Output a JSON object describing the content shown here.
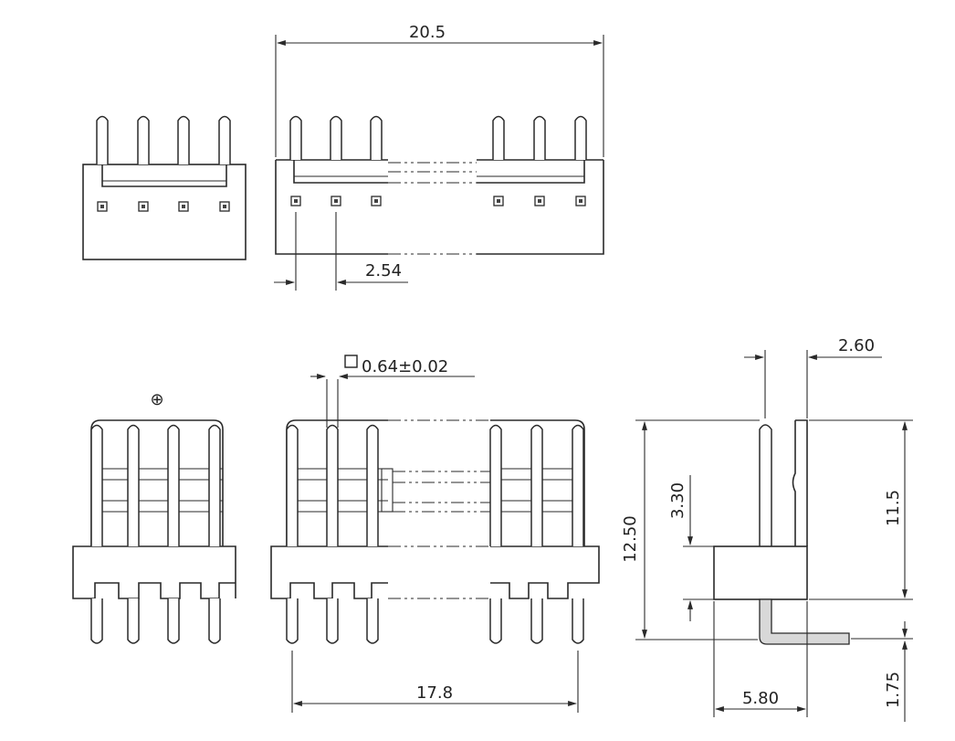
{
  "dimensions": {
    "overall_length": "20.5",
    "pitch": "2.54",
    "pin_size": "0.64±0.02",
    "pin_span": "17.8",
    "pin_offset": "2.60",
    "total_height": "12.50",
    "housing_height": "3.30",
    "pin_height": "11.5",
    "depth": "5.80",
    "tail_length": "1.75"
  },
  "symbols": {
    "position_mark": "⊕"
  }
}
